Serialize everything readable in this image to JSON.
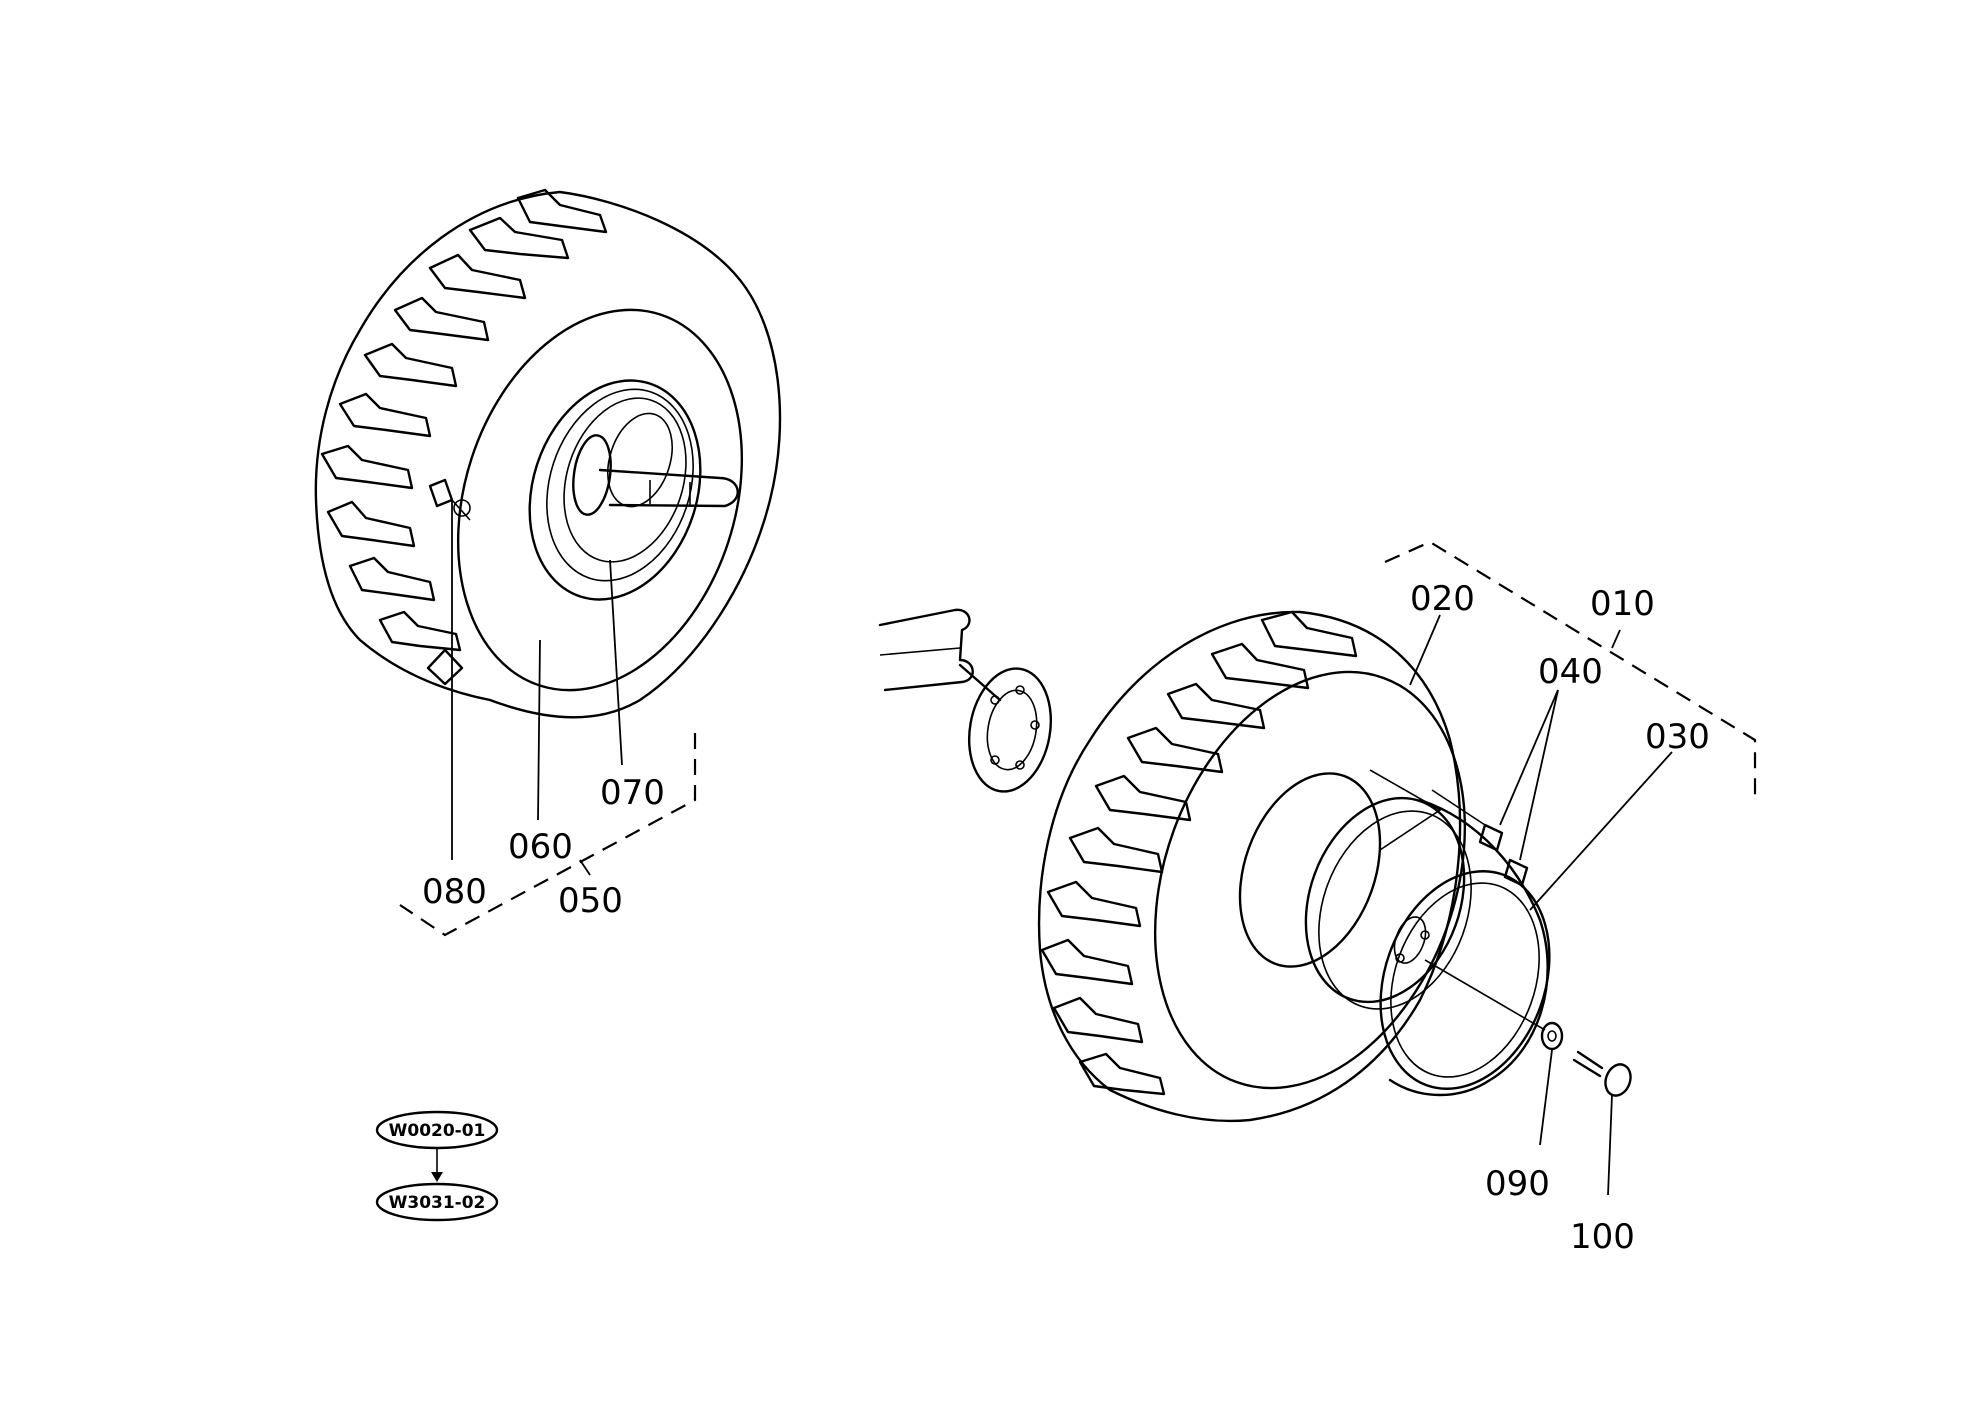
{
  "part_labels": [
    {
      "id": "010",
      "text": "010"
    },
    {
      "id": "020",
      "text": "020"
    },
    {
      "id": "030",
      "text": "030"
    },
    {
      "id": "040",
      "text": "040"
    },
    {
      "id": "050",
      "text": "050"
    },
    {
      "id": "060",
      "text": "060"
    },
    {
      "id": "070",
      "text": "070"
    },
    {
      "id": "080",
      "text": "080"
    },
    {
      "id": "090",
      "text": "090"
    },
    {
      "id": "100",
      "text": "100"
    }
  ],
  "references": [
    {
      "id": "ref1",
      "text": "W0020-01"
    },
    {
      "id": "ref2",
      "text": "W3031-02"
    }
  ],
  "icons": {
    "left_assembly": "tractor-wheel-assembly-icon",
    "right_assembly": "exploded-wheel-assembly-icon"
  }
}
